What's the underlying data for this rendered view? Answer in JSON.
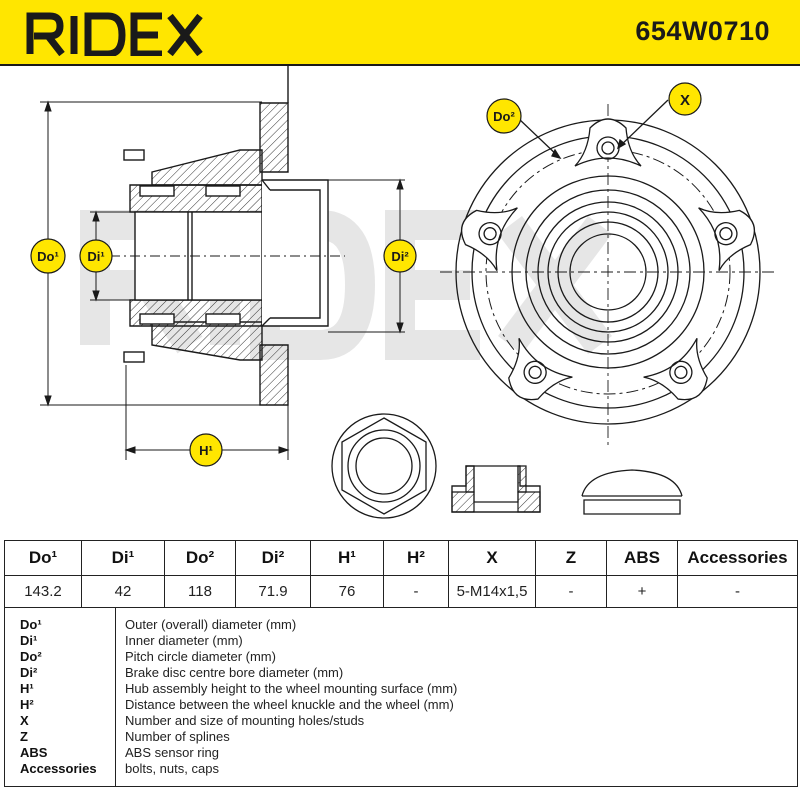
{
  "header": {
    "brand": "RIDEX",
    "part_number": "654W0710",
    "colors": {
      "brand_yellow": "#ffe600",
      "ink": "#1a1a1a",
      "watermark": "#e3e3e3"
    }
  },
  "diagram": {
    "badges": {
      "do1": "Do¹",
      "di1": "Di¹",
      "di2": "Di²",
      "h1": "H¹",
      "do2": "Do²",
      "x": "X"
    },
    "watermark": "RIDEX"
  },
  "specs": {
    "headers": [
      "Do¹",
      "Di¹",
      "Do²",
      "Di²",
      "H¹",
      "H²",
      "X",
      "Z",
      "ABS",
      "Accessories"
    ],
    "values": [
      "143.2",
      "42",
      "118",
      "71.9",
      "76",
      "-",
      "5-M14x1,5",
      "-",
      "+",
      "-"
    ]
  },
  "legend": [
    {
      "key": "Do¹",
      "desc": "Outer (overall) diameter (mm)"
    },
    {
      "key": "Di¹",
      "desc": "Inner diameter (mm)"
    },
    {
      "key": "Do²",
      "desc": "Pitch circle diameter (mm)"
    },
    {
      "key": "Di²",
      "desc": "Brake disc centre bore diameter (mm)"
    },
    {
      "key": "H¹",
      "desc": "Hub assembly height to the wheel mounting surface (mm)"
    },
    {
      "key": "H²",
      "desc": "Distance between the wheel knuckle and the wheel (mm)"
    },
    {
      "key": "X",
      "desc": "Number and size of mounting holes/studs"
    },
    {
      "key": "Z",
      "desc": "Number of splines"
    },
    {
      "key": "ABS",
      "desc": "ABS sensor ring"
    },
    {
      "key": "Accessories",
      "desc": "bolts, nuts, caps"
    }
  ]
}
